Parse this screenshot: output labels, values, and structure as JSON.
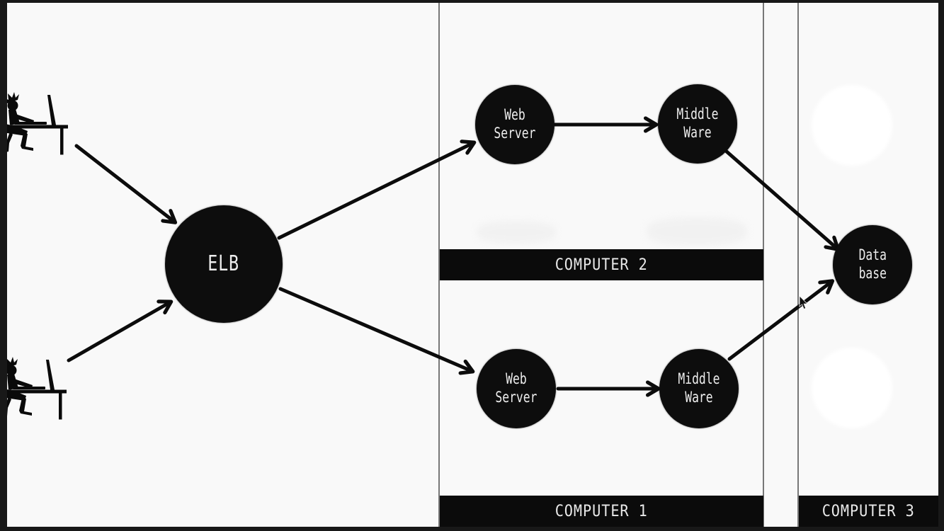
{
  "diagram": {
    "kind": "load-balancer-architecture-flow",
    "nodes": {
      "elb": {
        "label": "ELB"
      },
      "web_server_top": {
        "line1": "Web",
        "line2": "Server"
      },
      "middleware_top": {
        "line1": "Middle",
        "line2": "Ware"
      },
      "web_server_bottom": {
        "line1": "Web",
        "line2": "Server"
      },
      "middleware_bottom": {
        "line1": "Middle",
        "line2": "Ware"
      },
      "database": {
        "line1": "Data",
        "line2": "base"
      }
    },
    "zones": {
      "computer2": {
        "label": "COMPUTER 2"
      },
      "computer1": {
        "label": "COMPUTER 1"
      },
      "computer3": {
        "label": "COMPUTER 3"
      }
    },
    "edges": [
      {
        "from": "user-1",
        "to": "elb"
      },
      {
        "from": "user-2",
        "to": "elb"
      },
      {
        "from": "elb",
        "to": "web-server-top"
      },
      {
        "from": "elb",
        "to": "web-server-bottom"
      },
      {
        "from": "web-server-top",
        "to": "middleware-top"
      },
      {
        "from": "web-server-bottom",
        "to": "middleware-bottom"
      },
      {
        "from": "middleware-top",
        "to": "database"
      },
      {
        "from": "middleware-bottom",
        "to": "database"
      }
    ],
    "icons": [
      "user-at-desk-icon",
      "user-at-desk-icon",
      "mouse-cursor"
    ],
    "colors": {
      "node_fill": "#0d0d0d",
      "node_text": "#ededed",
      "zone_bar": "#0b0b0b",
      "background": "#f9f9f9",
      "frame": "#181818",
      "divider": "#787878",
      "arrow": "#0c0c0c"
    }
  }
}
